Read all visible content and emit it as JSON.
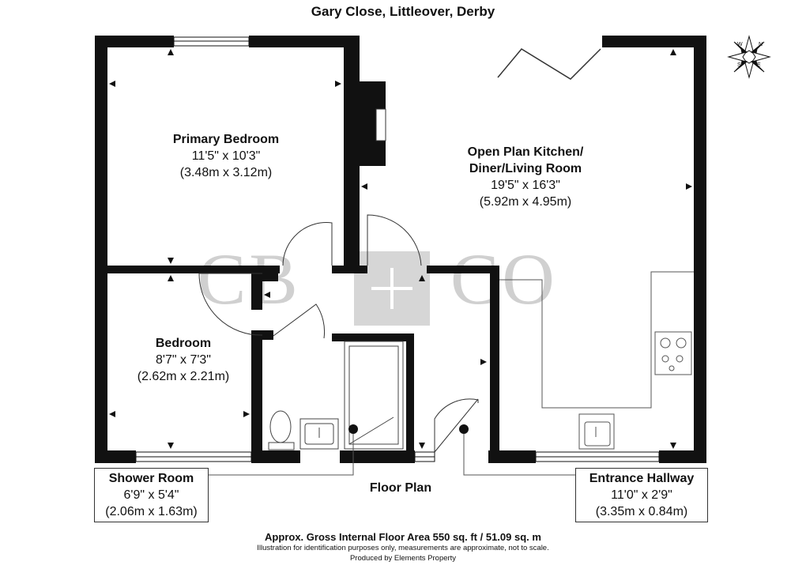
{
  "title": "Gary Close, Littleover, Derby",
  "watermark": {
    "left": "CB",
    "right": "CO"
  },
  "rooms": {
    "primary_bedroom": {
      "name": "Primary Bedroom",
      "imperial": "11'5\" x 10'3\"",
      "metric": "(3.48m x 3.12m)"
    },
    "bedroom": {
      "name": "Bedroom",
      "imperial": "8'7\" x 7'3\"",
      "metric": "(2.62m x 2.21m)"
    },
    "open_plan": {
      "name_line1": "Open Plan Kitchen/",
      "name_line2": "Diner/Living Room",
      "imperial": "19'5\" x 16'3\"",
      "metric": "(5.92m x 4.95m)"
    },
    "shower_room": {
      "name": "Shower Room",
      "imperial": "6'9\" x 5'4\"",
      "metric": "(2.06m x 1.63m)"
    },
    "entrance_hallway": {
      "name": "Entrance Hallway",
      "imperial": "11'0\" x 2'9\"",
      "metric": "(3.35m x 0.84m)"
    }
  },
  "plan_label": "Floor Plan",
  "footer": {
    "area": "Approx. Gross Internal Floor Area 550 sq. ft / 51.09 sq. m",
    "disclaimer": "Illustration for identification purposes only, measurements are approximate, not to scale.",
    "producer": "Produced by Elements Property"
  },
  "compass": {
    "letters": [
      "N",
      "E",
      "S",
      "W"
    ]
  },
  "colors": {
    "walls": "#111111",
    "watermark": "#d0d0d0"
  }
}
